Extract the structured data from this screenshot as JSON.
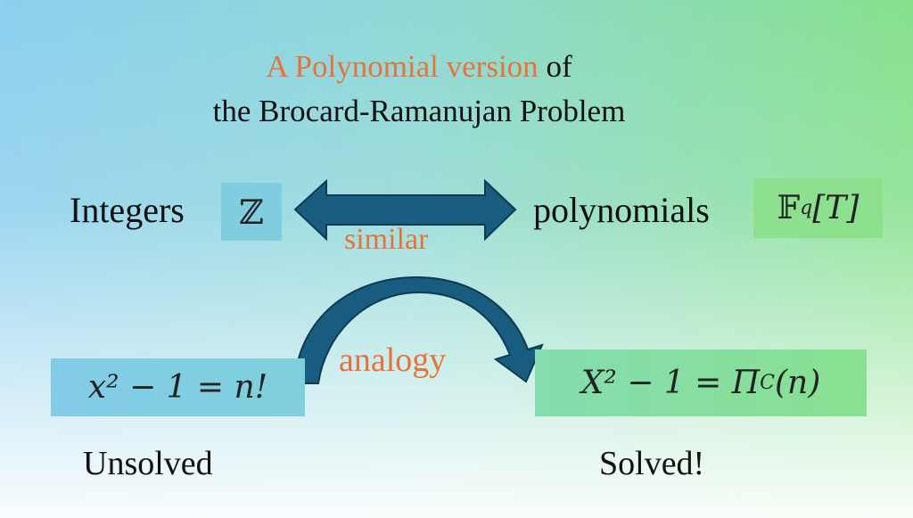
{
  "title": {
    "highlight": "A Polynomial version",
    "rest_line1": "of",
    "line2": "the Brocard-Ramanujan Problem"
  },
  "top_row": {
    "left_label": "Integers",
    "left_symbol": "ℤ",
    "arrow_label": "similar",
    "right_label": "polynomials",
    "right_symbol_base": "𝔽",
    "right_symbol_sub": "q",
    "right_symbol_rest": "[T]"
  },
  "bottom_row": {
    "left_equation": "x² − 1 = n!",
    "arrow_label": "analogy",
    "right_equation": "X² − 1 = Π",
    "right_equation_sub": "C",
    "right_equation_rest": "(n)",
    "left_status": "Unsolved",
    "right_status": "Solved!"
  },
  "colors": {
    "orange": "#e8733a",
    "arrow": "#185c80",
    "blue_box": "#80cde2",
    "green_box": "#8ce08e"
  }
}
